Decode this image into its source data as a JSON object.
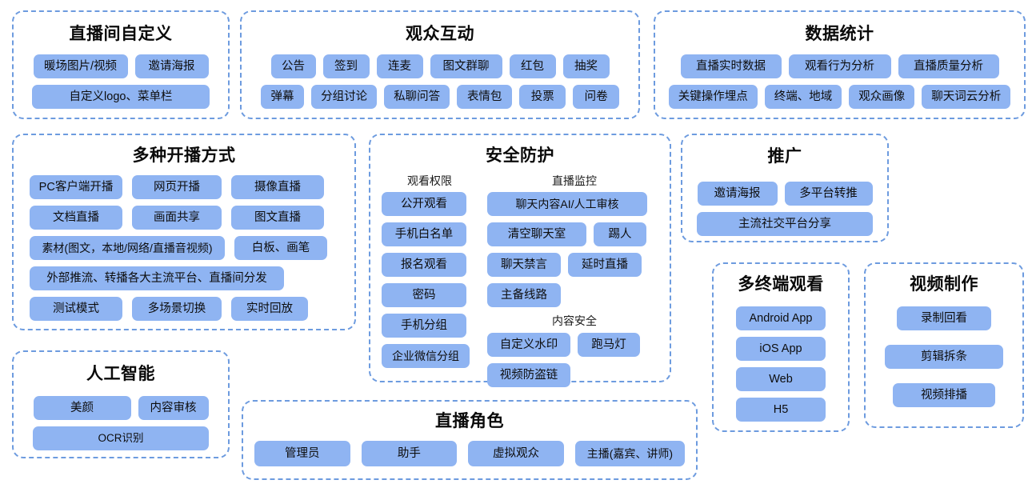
{
  "theme": {
    "background": "#ffffff",
    "panel_border": "#6d9bdf",
    "pill_fill": "#8fb4f2",
    "text": "#0d0d0d"
  },
  "panels": {
    "custom": {
      "title": "直播间自定义",
      "rows": [
        [
          "暖场图片/视频",
          "邀请海报"
        ],
        [
          "自定义logo、菜单栏"
        ]
      ]
    },
    "interaction": {
      "title": "观众互动",
      "rows": [
        [
          "公告",
          "签到",
          "连麦",
          "图文群聊",
          "红包",
          "抽奖"
        ],
        [
          "弹幕",
          "分组讨论",
          "私聊问答",
          "表情包",
          "投票",
          "问卷"
        ]
      ]
    },
    "stats": {
      "title": "数据统计",
      "rows": [
        [
          "直播实时数据",
          "观看行为分析",
          "直播质量分析"
        ],
        [
          "关键操作埋点",
          "终端、地域",
          "观众画像",
          "聊天词云分析"
        ]
      ]
    },
    "broadcast": {
      "title": "多种开播方式",
      "rows": [
        [
          "PC客户端开播",
          "网页开播",
          "摄像直播"
        ],
        [
          "文档直播",
          "画面共享",
          "图文直播"
        ],
        [
          "素材(图文，本地/网络/直播音视频)",
          "白板、画笔"
        ],
        [
          "外部推流、转播各大主流平台、直播间分发"
        ],
        [
          "测试模式",
          "多场景切换",
          "实时回放"
        ]
      ]
    },
    "security": {
      "title": "安全防护",
      "left_subhead": "观看权限",
      "left_items": [
        "公开观看",
        "手机白名单",
        "报名观看",
        "密码",
        "手机分组",
        "企业微信分组"
      ],
      "right_subhead": "直播监控",
      "right_rows": [
        [
          "聊天内容AI/人工审核"
        ],
        [
          "清空聊天室",
          "踢人"
        ],
        [
          "聊天禁言",
          "延时直播"
        ],
        [
          "主备线路"
        ]
      ],
      "content_subhead": "内容安全",
      "content_rows": [
        [
          "自定义水印",
          "跑马灯"
        ],
        [
          "视频防盗链"
        ]
      ]
    },
    "promo": {
      "title": "推广",
      "rows": [
        [
          "邀请海报",
          "多平台转推"
        ],
        [
          "主流社交平台分享"
        ]
      ]
    },
    "terminal": {
      "title": "多终端观看",
      "items": [
        "Android App",
        "iOS App",
        "Web",
        "H5"
      ]
    },
    "video": {
      "title": "视频制作",
      "items": [
        "录制回看",
        "剪辑拆条",
        "视频排播"
      ]
    },
    "ai": {
      "title": "人工智能",
      "rows": [
        [
          "美颜",
          "内容审核"
        ],
        [
          "OCR识别"
        ]
      ]
    },
    "roles": {
      "title": "直播角色",
      "rows": [
        [
          "管理员",
          "助手",
          "虚拟观众",
          "主播(嘉宾、讲师)"
        ]
      ]
    }
  }
}
